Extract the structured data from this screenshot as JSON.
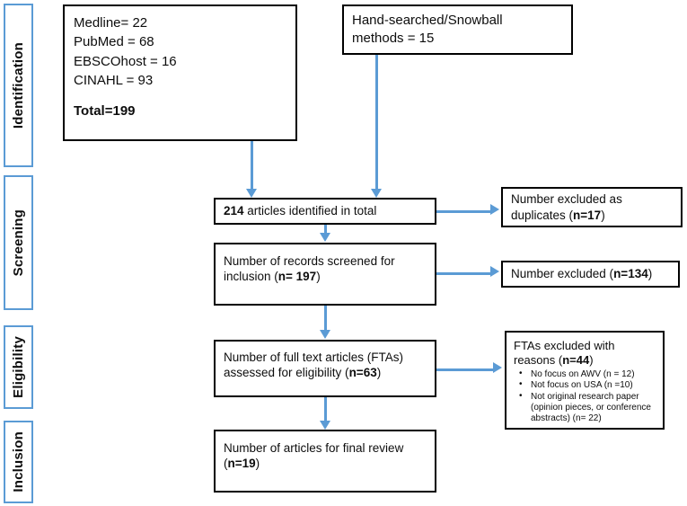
{
  "diagram": {
    "title": "PRISMA study selection flow diagram",
    "accent_color": "#5B9BD5",
    "box_border_color": "#000000",
    "text_color": "#0d0d0d"
  },
  "stages": [
    {
      "label": "Identification"
    },
    {
      "label": "Screening"
    },
    {
      "label": "Eligibility"
    },
    {
      "label": "Inclusion"
    }
  ],
  "sources": {
    "databases": {
      "lines": [
        "Medline= 22",
        "PubMed = 68",
        "EBSCOhost = 16",
        "CINAHL = 93"
      ],
      "total_label": "Total=199"
    },
    "hand_searched": {
      "line1": "Hand-searched/Snowball",
      "line2": "methods = 15"
    }
  },
  "flow": {
    "identified_total": {
      "count": "214",
      "text": " articles identified in total"
    },
    "records_screened": {
      "line1": "Number of records screened for",
      "line2_prefix": "inclusion (",
      "line2_bold": "n= 197",
      "line2_suffix": ")"
    },
    "full_text_assessed": {
      "line1": "Number of full text articles (FTAs)",
      "line2_prefix": "assessed for eligibility (",
      "line2_bold": "n=63",
      "line2_suffix": ")"
    },
    "final_review": {
      "line1": "Number of articles for final review",
      "line2_prefix": "(",
      "line2_bold": "n=19",
      "line2_suffix": ")"
    }
  },
  "exclusions": {
    "duplicates": {
      "line1": "Number excluded as",
      "line2_prefix": "duplicates (",
      "line2_bold": "n=17",
      "line2_suffix": ")"
    },
    "screened_out": {
      "prefix": "Number excluded (",
      "bold": "n=134",
      "suffix": ")"
    },
    "fta_excluded": {
      "line1": "FTAs excluded  with",
      "line2_prefix": "reasons (",
      "line2_bold": "n=44",
      "line2_suffix": ")",
      "reasons": [
        "No focus on AWV (n = 12)",
        "Not focus on USA (n =10)",
        "Not original research paper (opinion pieces, or conference abstracts) (n= 22)"
      ]
    }
  }
}
